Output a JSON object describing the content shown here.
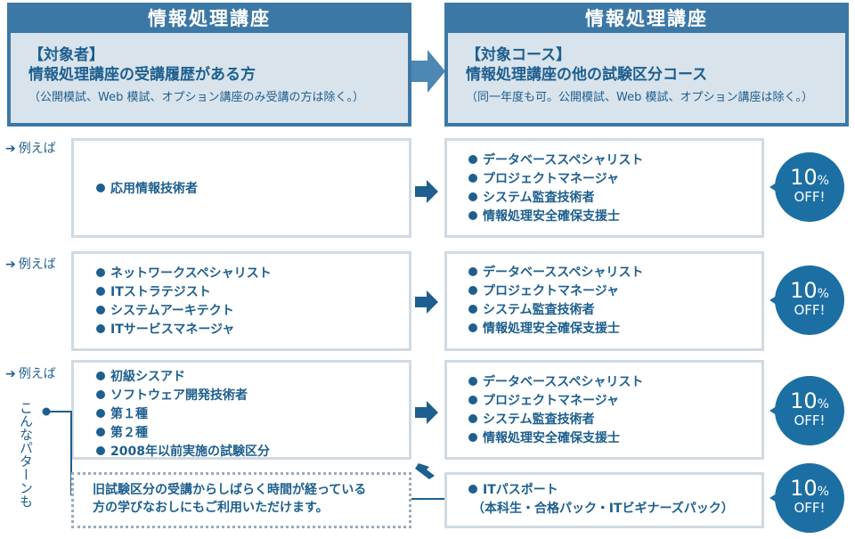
{
  "left_header": {
    "title": "情報処理講座",
    "target_label": "【対象者】",
    "target_desc": "情報処理講座の受講履歴がある方",
    "note": "（公開模試、Web 模試、オプション講座のみ受講の方は除く。）"
  },
  "right_header": {
    "title": "情報処理講座",
    "target_label": "【対象コース】",
    "target_desc": "情報処理講座の他の試験区分コース",
    "note": "（同一年度も可。公開模試、Web 模試、オプション講座は除く。）"
  },
  "examples": [
    {
      "label": "例えば",
      "left_items": [
        "応用情報技術者"
      ],
      "right_items": [
        "データベーススペシャリスト",
        "プロジェクトマネージャ",
        "システム監査技術者",
        "情報処理安全確保支援士"
      ],
      "discount": {
        "value": "10",
        "unit": "%",
        "off": "OFF!"
      }
    },
    {
      "label": "例えば",
      "left_items": [
        "ネットワークスペシャリスト",
        "ITストラテジスト",
        "システムアーキテクト",
        "ITサービスマネージャ"
      ],
      "right_items": [
        "データベーススペシャリスト",
        "プロジェクトマネージャ",
        "システム監査技術者",
        "情報処理安全確保支援士"
      ],
      "discount": {
        "value": "10",
        "unit": "%",
        "off": "OFF!"
      }
    },
    {
      "label": "例えば",
      "left_items": [
        "初級シスアド",
        "ソフトウェア開発技術者",
        "第１種",
        "第２種",
        "2008年以前実施の試験区分"
      ],
      "right_items": [
        "データベーススペシャリスト",
        "プロジェクトマネージャ",
        "システム監査技術者",
        "情報処理安全確保支援士"
      ],
      "discount": {
        "value": "10",
        "unit": "%",
        "off": "OFF!"
      }
    }
  ],
  "pattern": {
    "side_label": "こんなパターンも",
    "message_line1": "旧試験区分の受講からしばらく時間が経っている",
    "message_line2": "方の学びなおしにもご利用いただけます。",
    "right_item": "ITパスポート",
    "right_sub": "（本科生・合格パック・ITビギナーズパック）",
    "discount": {
      "value": "10",
      "unit": "%",
      "off": "OFF!"
    }
  },
  "colors": {
    "accent": "#3c78a6",
    "dark_text": "#1d5f8e",
    "badge": "#1c6fa3",
    "box_border": "#d0dae3",
    "header_bg": "#d9e3ec"
  }
}
